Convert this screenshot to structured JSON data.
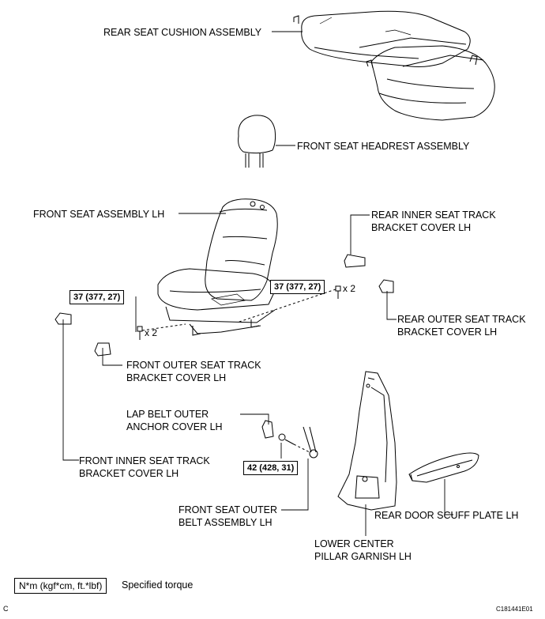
{
  "labels": {
    "rear_seat_cushion": "REAR SEAT CUSHION ASSEMBLY",
    "front_seat_headrest": "FRONT SEAT HEADREST ASSEMBLY",
    "front_seat_assembly": "FRONT SEAT ASSEMBLY LH",
    "rear_inner_cover_1": "REAR INNER SEAT TRACK",
    "rear_inner_cover_2": "BRACKET COVER LH",
    "rear_outer_cover_1": "REAR OUTER SEAT TRACK",
    "rear_outer_cover_2": "BRACKET COVER LH",
    "front_outer_cover_1": "FRONT OUTER SEAT TRACK",
    "front_outer_cover_2": "BRACKET COVER LH",
    "lap_belt_1": "LAP BELT OUTER",
    "lap_belt_2": "ANCHOR COVER LH",
    "front_inner_cover_1": "FRONT INNER SEAT TRACK",
    "front_inner_cover_2": "BRACKET COVER LH",
    "front_belt_1": "FRONT SEAT OUTER",
    "front_belt_2": "BELT ASSEMBLY LH",
    "rear_door_scuff": "REAR DOOR SCUFF PLATE LH",
    "lower_pillar_1": "LOWER CENTER",
    "lower_pillar_2": "PILLAR GARNISH LH"
  },
  "torques": {
    "seat_left": "37 (377, 27)",
    "seat_right": "37 (377, 27)",
    "belt": "42 (428, 31)"
  },
  "quantities": {
    "left": "x 2",
    "right": "x 2"
  },
  "legend": {
    "unit": "N*m (kgf*cm, ft.*lbf)",
    "text": "Specified torque"
  },
  "footer": {
    "letter": "C",
    "code": "C181441E01"
  }
}
